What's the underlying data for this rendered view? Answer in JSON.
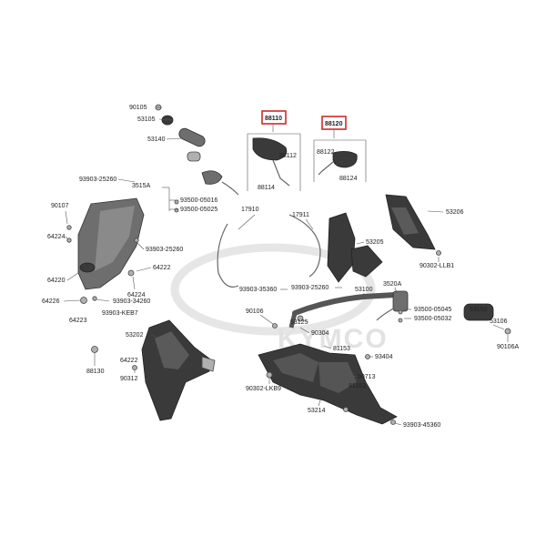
{
  "watermark": "KYMCO",
  "highlight_color": "#cc2b2b",
  "boxed_labels": [
    "88110",
    "88120"
  ],
  "labels": [
    "90105",
    "53105",
    "53140",
    "88112",
    "88114",
    "88122",
    "88124",
    "93903-25260",
    "3515A",
    "93500-05016",
    "93500-05025",
    "17910",
    "17911",
    "53206",
    "90107",
    "64224",
    "93903-25260",
    "53205",
    "90302-LLB1",
    "64220",
    "64222",
    "64224",
    "93903-35360",
    "93903-25260",
    "53100",
    "3520A",
    "93500-05045",
    "93500-05032",
    "64226",
    "64223",
    "93903-34260",
    "93903-KEB7",
    "90106",
    "53125",
    "53150",
    "53106",
    "53202",
    "90304",
    "81153",
    "90106A",
    "88130",
    "64222",
    "90312",
    "93404",
    "90302-LKB9",
    "50713",
    "81163",
    "53214",
    "93903-45360"
  ]
}
